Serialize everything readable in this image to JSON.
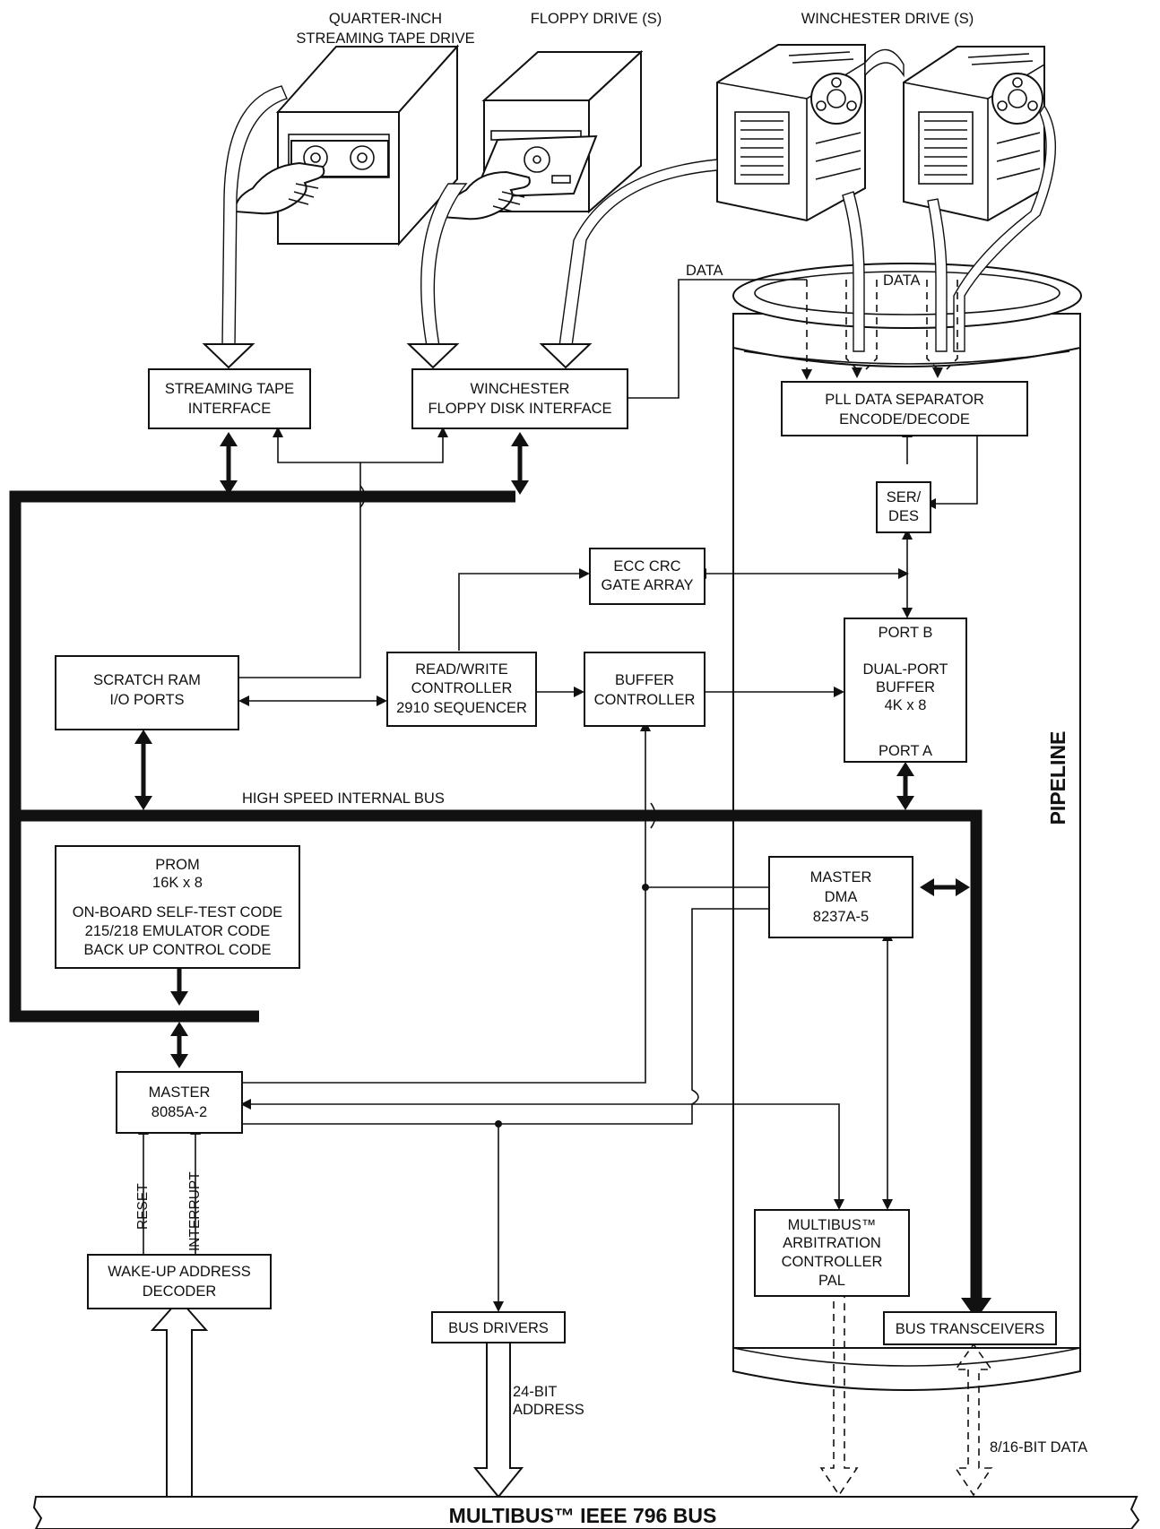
{
  "drives": {
    "tape_title_1": "QUARTER-INCH",
    "tape_title_2": "STREAMING TAPE DRIVE",
    "floppy_title": "FLOPPY DRIVE (S)",
    "winchester_title": "WINCHESTER DRIVE (S)"
  },
  "blocks": {
    "tape_if": [
      "STREAMING TAPE",
      "INTERFACE"
    ],
    "wf_if": [
      "WINCHESTER",
      "FLOPPY DISK INTERFACE"
    ],
    "pll": [
      "PLL DATA SEPARATOR",
      "ENCODE/DECODE"
    ],
    "serdes": [
      "SER/",
      "DES"
    ],
    "ecc": [
      "ECC CRC",
      "GATE ARRAY"
    ],
    "scratch": [
      "SCRATCH RAM",
      "I/O PORTS"
    ],
    "rw": [
      "READ/WRITE",
      "CONTROLLER",
      "2910 SEQUENCER"
    ],
    "buffer_ctrl": [
      "BUFFER",
      "CONTROLLER"
    ],
    "dual_port": [
      "PORT B",
      "DUAL-PORT",
      "BUFFER",
      "4K x 8",
      "PORT A"
    ],
    "prom": [
      "PROM",
      "16K x 8",
      "ON-BOARD SELF-TEST CODE",
      "215/218 EMULATOR CODE",
      "BACK UP CONTROL CODE"
    ],
    "master_dma": [
      "MASTER",
      "DMA",
      "8237A-5"
    ],
    "master_cpu": [
      "MASTER",
      "8085A-2"
    ],
    "arbitration": [
      "MULTIBUS™",
      "ARBITRATION",
      "CONTROLLER",
      "PAL"
    ],
    "wakeup": [
      "WAKE-UP ADDRESS",
      "DECODER"
    ],
    "bus_drivers": "BUS DRIVERS",
    "bus_transceivers": "BUS TRANSCEIVERS"
  },
  "labels": {
    "data_left": "DATA",
    "data_right": "DATA",
    "internal_bus": "HIGH SPEED INTERNAL BUS",
    "pipeline": "PIPELINE",
    "reset": "RESET",
    "interrupt": "INTERRUPT",
    "address_1": "24-BIT",
    "address_2": "ADDRESS",
    "data_width": "8/16-BIT DATA",
    "multibus": "MULTIBUS™ IEEE 796 BUS"
  }
}
